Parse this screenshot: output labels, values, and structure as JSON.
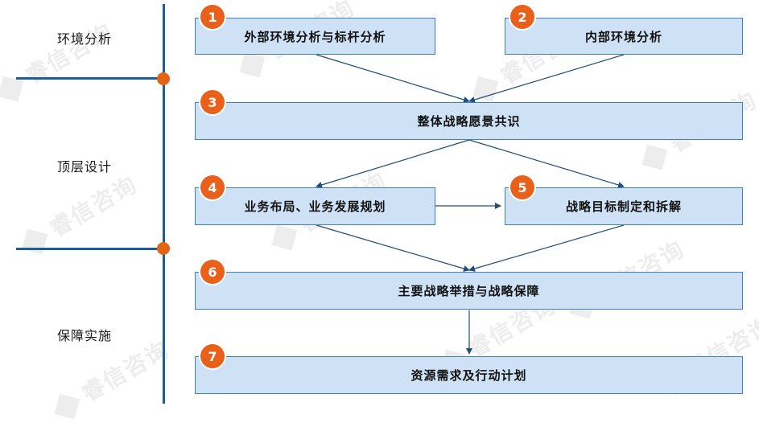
{
  "watermark": "睿信咨询",
  "phases": [
    {
      "label": "环境分析"
    },
    {
      "label": "顶层设计"
    },
    {
      "label": "保障实施"
    }
  ],
  "steps": [
    {
      "num": "1",
      "label": "外部环境分析与标杆分析"
    },
    {
      "num": "2",
      "label": "内部环境分析"
    },
    {
      "num": "3",
      "label": "整体战略愿景共识"
    },
    {
      "num": "4",
      "label": "业务布局、业务发展规划"
    },
    {
      "num": "5",
      "label": "战略目标制定和拆解"
    },
    {
      "num": "6",
      "label": "主要战略举措与战略保障"
    },
    {
      "num": "7",
      "label": "资源需求及行动计划"
    }
  ],
  "colors": {
    "box_fill": "#cfe2f5",
    "box_border": "#3e7fbe",
    "accent_orange": "#e8601a",
    "timeline_blue": "#1f5d94",
    "arrow": "#1f4e79"
  }
}
